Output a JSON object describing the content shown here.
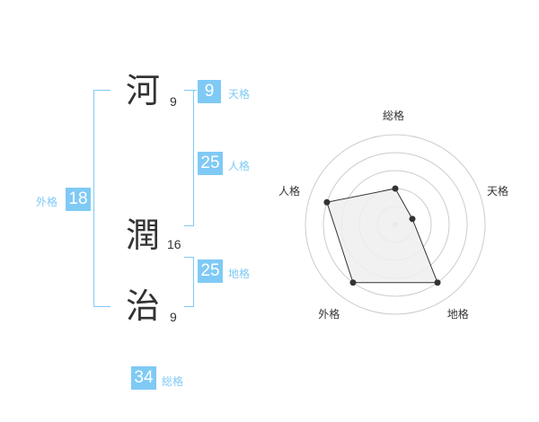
{
  "name_chars": [
    {
      "char": "河",
      "strokes": "9"
    },
    {
      "char": "潤",
      "strokes": "16"
    },
    {
      "char": "治",
      "strokes": "9"
    }
  ],
  "fortune": {
    "tenkaku": {
      "value": "9",
      "label": "天格"
    },
    "jinkaku": {
      "value": "25",
      "label": "人格"
    },
    "chikaku": {
      "value": "25",
      "label": "地格"
    },
    "gaikaku": {
      "value": "18",
      "label": "外格"
    },
    "soukaku": {
      "value": "34",
      "label": "総格"
    }
  },
  "chart_data": {
    "type": "radar",
    "axes": [
      "総格",
      "天格",
      "地格",
      "外格",
      "人格"
    ],
    "values": [
      2,
      1,
      4,
      4,
      4
    ],
    "max": 5,
    "rings": 5
  },
  "colors": {
    "accent": "#7fcaf5",
    "text": "#333333",
    "grid": "#cccccc",
    "fill": "#eeeeee",
    "line": "#333333"
  }
}
